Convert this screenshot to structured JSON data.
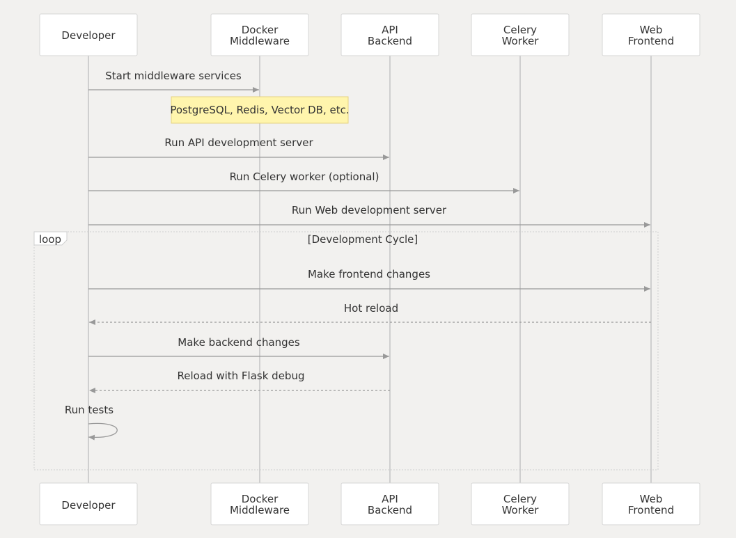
{
  "actors": [
    {
      "id": "developer",
      "lines": [
        "Developer"
      ]
    },
    {
      "id": "docker",
      "lines": [
        "Docker",
        "Middleware"
      ]
    },
    {
      "id": "api",
      "lines": [
        "API",
        "Backend"
      ]
    },
    {
      "id": "celery",
      "lines": [
        "Celery",
        "Worker"
      ]
    },
    {
      "id": "web",
      "lines": [
        "Web",
        "Frontend"
      ]
    }
  ],
  "messages": [
    {
      "from": "developer",
      "to": "docker",
      "label": "Start middleware services",
      "style": "solid"
    },
    {
      "from": "developer",
      "to": "api",
      "label": "Run API development server",
      "style": "solid"
    },
    {
      "from": "developer",
      "to": "celery",
      "label": "Run Celery worker (optional)",
      "style": "solid"
    },
    {
      "from": "developer",
      "to": "web",
      "label": "Run Web development server",
      "style": "solid"
    },
    {
      "from": "developer",
      "to": "web",
      "label": "Make frontend changes",
      "style": "solid"
    },
    {
      "from": "web",
      "to": "developer",
      "label": "Hot reload",
      "style": "dashed"
    },
    {
      "from": "developer",
      "to": "api",
      "label": "Make backend changes",
      "style": "solid"
    },
    {
      "from": "api",
      "to": "developer",
      "label": "Reload with Flask debug",
      "style": "dashed"
    },
    {
      "from": "developer",
      "to": "developer",
      "label": "Run tests",
      "style": "solid"
    }
  ],
  "note": {
    "over": "docker",
    "text": "PostgreSQL, Redis, Vector DB, etc."
  },
  "loop": {
    "label": "loop",
    "condition": "[Development Cycle]"
  }
}
